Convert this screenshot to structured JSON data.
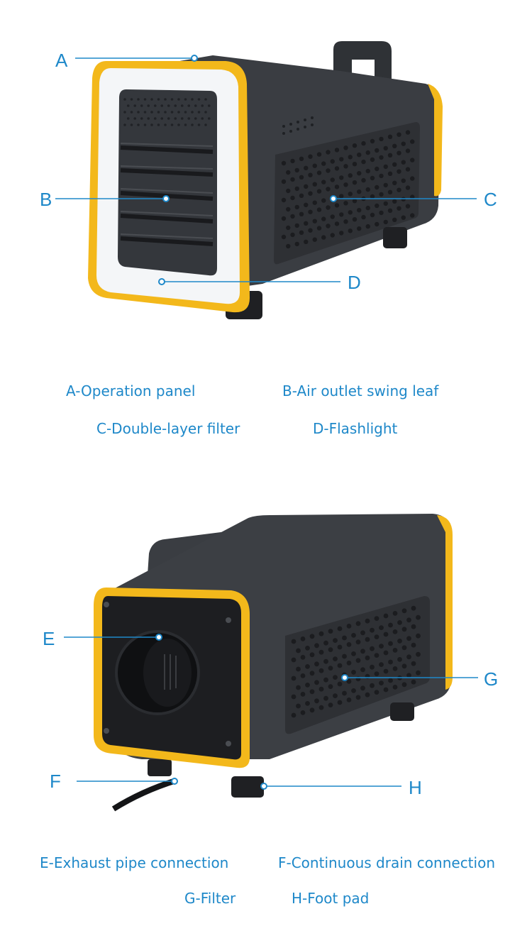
{
  "figure_top": {
    "callouts": [
      {
        "letter": "A"
      },
      {
        "letter": "B"
      },
      {
        "letter": "C"
      },
      {
        "letter": "D"
      }
    ],
    "legend": [
      "A-Operation panel",
      "B-Air outlet swing leaf",
      "C-Double-layer filter",
      "D-Flashlight"
    ]
  },
  "figure_bottom": {
    "callouts": [
      {
        "letter": "E"
      },
      {
        "letter": "F"
      },
      {
        "letter": "G"
      },
      {
        "letter": "H"
      }
    ],
    "legend": [
      "E-Exhaust pipe connection",
      "F-Continuous drain connection",
      "G-Filter",
      "H-Foot pad"
    ]
  },
  "colors": {
    "accent": "#1e88c9",
    "body": "#3a3d42",
    "trim": "#f3b81b",
    "light_ring": "#f4f6f8"
  },
  "icons": [
    "portable-air-conditioner-front-view",
    "portable-air-conditioner-rear-view"
  ]
}
